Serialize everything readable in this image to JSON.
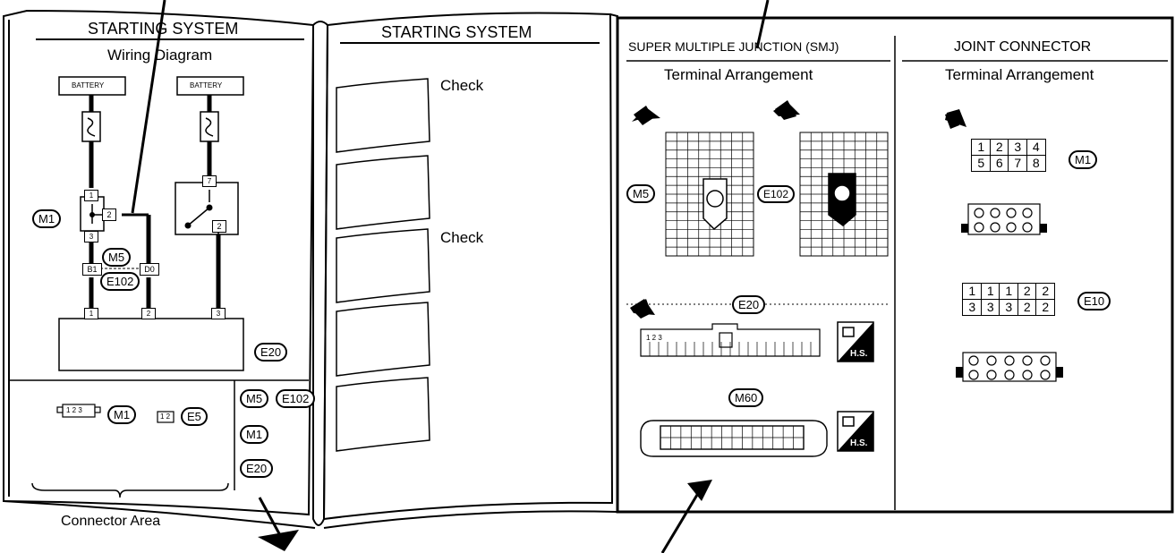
{
  "left_page": {
    "header": "STARTING SYSTEM",
    "subheader": "Wiring Diagram",
    "battery_1": "BATTERY",
    "battery_2": "BATTERY",
    "connector_area_label": "Connector Area",
    "connectors": {
      "m1": "M1",
      "m5": "M5",
      "e102": "E102",
      "e20": "E20",
      "e5": "E5",
      "m5b": "M5",
      "e102b": "E102",
      "m1b": "M1",
      "e20b": "E20",
      "m1c": "M1"
    },
    "pins": {
      "p1": "1",
      "p2": "2",
      "p3": "3",
      "p7": "7",
      "p2b": "2",
      "b1": "B1",
      "d0": "D0",
      "t1": "1",
      "t2": "2",
      "t3": "3",
      "small_123": "1 2 3",
      "small_12": "1 2"
    }
  },
  "middle_page": {
    "header": "STARTING SYSTEM",
    "check_1": "Check",
    "check_2": "Check"
  },
  "right_page": {
    "smj_header": "SUPER MULTIPLE JUNCTION (SMJ)",
    "smj_sub": "Terminal Arrangement",
    "jc_header": "JOINT CONNECTOR",
    "jc_sub": "Terminal Arrangement",
    "connectors": {
      "m5": "M5",
      "e102": "E102",
      "e20": "E20",
      "m60": "M60",
      "m1": "M1",
      "e10": "E10"
    },
    "hs_1": "H.S.",
    "hs_2": "H.S.",
    "m1_row1": [
      "1",
      "2",
      "3",
      "4"
    ],
    "m1_row2": [
      "5",
      "6",
      "7",
      "8"
    ],
    "e10_row1": [
      "1",
      "1",
      "1",
      "2",
      "2"
    ],
    "e10_row2": [
      "3",
      "3",
      "3",
      "2",
      "2"
    ],
    "e20_pins": "1 2 3"
  }
}
